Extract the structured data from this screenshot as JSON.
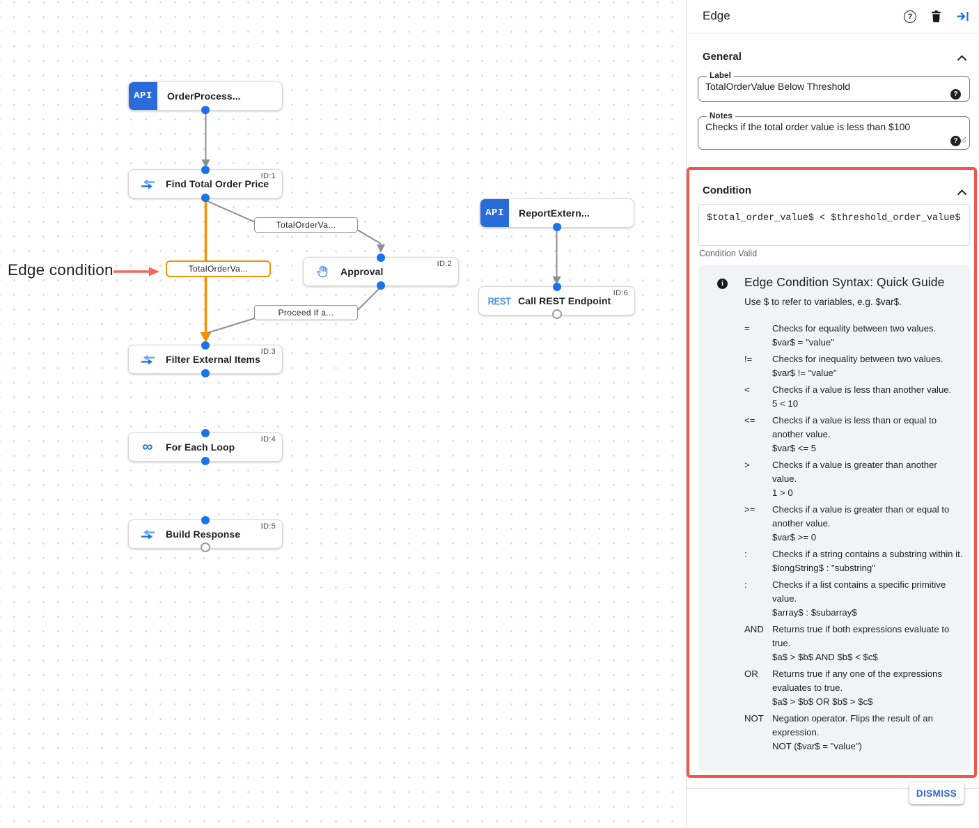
{
  "colors": {
    "accent_blue": "#1a73e8",
    "api_block_blue": "#2a6bdb",
    "selected_edge_orange": "#f59203",
    "edge_gray": "#8a8f94",
    "highlight_red": "#f4564a",
    "annotation_arrow_red": "#f4675c",
    "guide_bg": "#f1f3f4"
  },
  "canvas": {
    "annotation": {
      "label": "Edge condition"
    },
    "icon_glyphs": {
      "api": "API",
      "rest": "REST",
      "loop": "∞"
    },
    "nodes": [
      {
        "title": "OrderProcess...",
        "badge": ""
      },
      {
        "title": "Find Total Order Price",
        "badge": "ID:1"
      },
      {
        "title": "Approval",
        "badge": "ID:2"
      },
      {
        "title": "ReportExtern...",
        "badge": ""
      },
      {
        "title": "Call REST Endpoint",
        "badge": "ID:6"
      },
      {
        "title": "Filter External Items",
        "badge": "ID:3"
      },
      {
        "title": "For Each Loop",
        "badge": "ID:4"
      },
      {
        "title": "Build Response",
        "badge": "ID:5"
      }
    ],
    "edge_labels": {
      "to_approval": "TotalOrderVa...",
      "selected": "TotalOrderVa...",
      "from_approval": "Proceed if a..."
    }
  },
  "panel": {
    "title": "Edge",
    "header_icon_glyphs": {
      "help": "?"
    },
    "general": {
      "section_label": "General",
      "label_field": {
        "label": "Label",
        "value": "TotalOrderValue Below Threshold",
        "help_glyph": "?"
      },
      "notes_field": {
        "label": "Notes",
        "value": "Checks if the total order value is less than $100",
        "help_glyph": "?"
      }
    },
    "condition": {
      "section_label": "Condition",
      "expression": "$total_order_value$ < $threshold_order_value$",
      "status": "Condition Valid",
      "guide": {
        "info_glyph": "i",
        "title": "Edge Condition Syntax: Quick Guide",
        "subtitle": "Use $ to refer to variables, e.g. $var$.",
        "rows": [
          {
            "op": "=",
            "desc": "Checks for equality between two values.",
            "example": "$var$ = \"value\""
          },
          {
            "op": "!=",
            "desc": "Checks for inequality between two values.",
            "example": "$var$ != \"value\""
          },
          {
            "op": "<",
            "desc": "Checks if a value is less than another value.",
            "example": "5 < 10"
          },
          {
            "op": "<=",
            "desc": "Checks if a value is less than or equal to another value.",
            "example": "$var$ <= 5"
          },
          {
            "op": ">",
            "desc": "Checks if a value is greater than another value.",
            "example": "1 > 0"
          },
          {
            "op": ">=",
            "desc": "Checks if a value is greater than or equal to another value.",
            "example": "$var$ >= 0"
          },
          {
            "op": ":",
            "desc": "Checks if a string contains a substring within it.",
            "example": "$longString$ : \"substring\""
          },
          {
            "op": ":",
            "desc": "Checks if a list contains a specific primitive value.",
            "example": "$array$ : $subarray$"
          },
          {
            "op": "AND",
            "desc": "Returns true if both expressions evaluate to true.",
            "example": "$a$ > $b$ AND $b$ < $c$"
          },
          {
            "op": "OR",
            "desc": "Returns true if any one of the expressions evaluates to true.",
            "example": "$a$ > $b$ OR $b$ > $c$"
          },
          {
            "op": "NOT",
            "desc": "Negation operator. Flips the result of an expression.",
            "example": "NOT ($var$ = \"value\")"
          }
        ]
      }
    },
    "dismiss_label": "DISMISS"
  }
}
